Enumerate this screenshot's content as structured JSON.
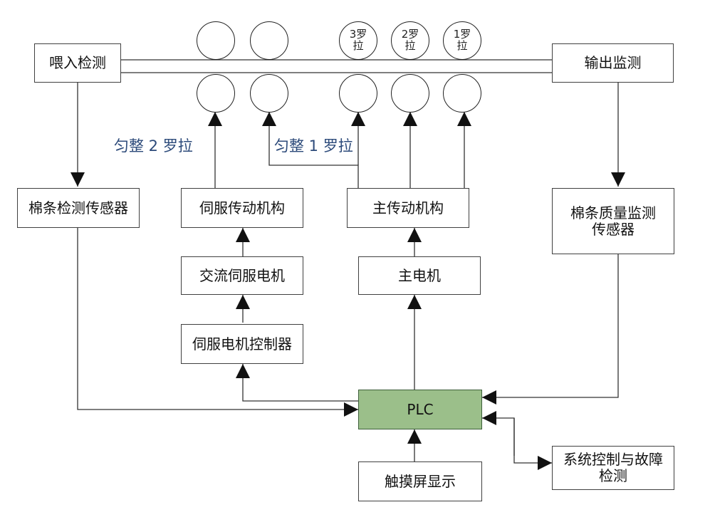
{
  "boxes": {
    "feed_detect": "喂入检测",
    "output_detect": "输出监测",
    "sliver_sensor": "棉条检测传感器",
    "servo_drive": "伺服传动机构",
    "main_drive": "主传动机构",
    "quality_sensor_l1": "棉条质量监测",
    "quality_sensor_l2": "传感器",
    "ac_servo_motor": "交流伺服电机",
    "main_motor": "主电机",
    "servo_controller": "伺服电机控制器",
    "plc": "PLC",
    "touchscreen": "触摸屏显示",
    "system_control_l1": "系统控制与故障",
    "system_control_l2": "检测"
  },
  "rollers": {
    "r3_l1": "3罗",
    "r3_l2": "拉",
    "r2_l1": "2罗",
    "r2_l2": "拉",
    "r1_l1": "1罗",
    "r1_l2": "拉"
  },
  "labels": {
    "even2": "匀整 2 罗拉",
    "even1": "匀整 1 罗拉"
  },
  "colors": {
    "plc_fill": "#9bbf8a",
    "label_text": "#2c4a7a",
    "line": "#222222"
  }
}
